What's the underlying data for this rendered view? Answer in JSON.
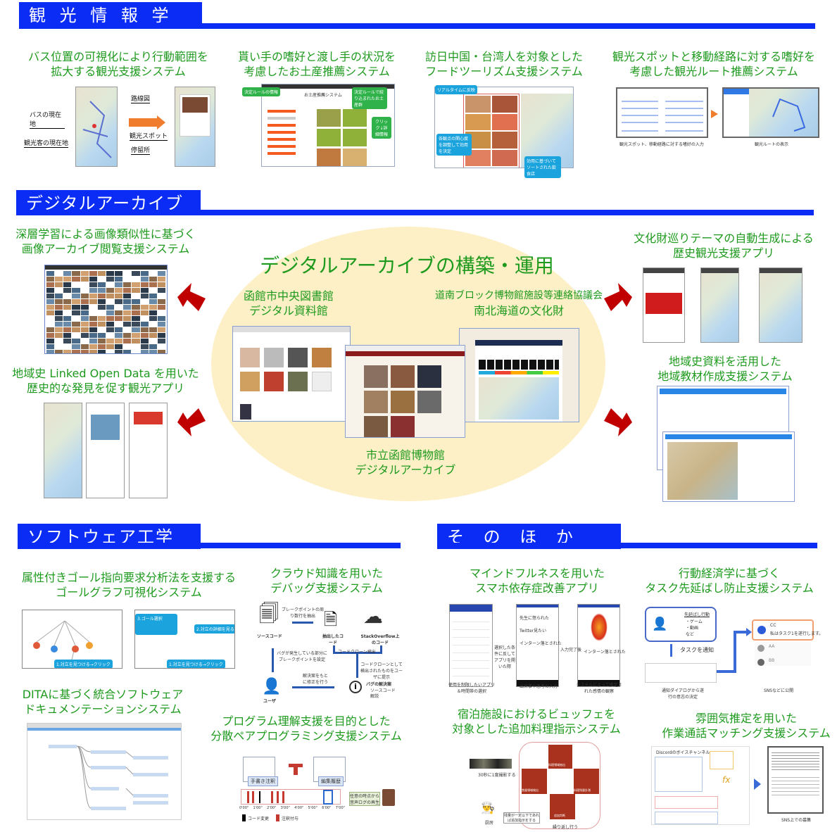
{
  "sections": {
    "tourism": "観 光 情 報 学",
    "archive": "デジタルアーカイブ",
    "software": "ソフトウェア工学",
    "other": "そ の ほ か"
  },
  "tourism": {
    "p1": {
      "l1": "バス位置の可視化により行動範囲を",
      "l2": "拡大する観光支援システム",
      "labels": [
        "路線図",
        "バスの現在地",
        "観光客の現在地",
        "観光スポット",
        "停留所"
      ]
    },
    "p2": {
      "l1": "貰い手の嗜好と渡し手の状況を",
      "l2": "考慮したお土産推薦システム",
      "labels": [
        "決定ルールの情報",
        "決定ルールで絞り込まれたお土産群",
        "クリック↓詳細情報",
        "お土産推薦システム"
      ]
    },
    "p3": {
      "l1": "訪日中国・台湾人を対象とした",
      "l2": "フードツーリズム支援システム",
      "labels": [
        "リアルタイムに反映",
        "各観点の関心度を調整して効用を決定",
        "効用に基づいてソートされた飲食店"
      ]
    },
    "p4": {
      "l1": "観光スポットと移動経路に対する嗜好を",
      "l2": "考慮した観光ルート推薦システム",
      "labels": [
        "観光スポット、移動経路に対する嗜好の入力",
        "観光ルートの表示"
      ]
    }
  },
  "archive": {
    "center_title": "デジタルアーカイブの構築・運用",
    "lib": {
      "l1": "函館市中央図書館",
      "l2": "デジタル資料館"
    },
    "donan": {
      "l1": "道南ブロック博物館施設等連絡協議会",
      "l2": "南北海道の文化財"
    },
    "museum": {
      "l1": "市立函館博物館",
      "l2": "デジタルアーカイブ"
    },
    "left1": {
      "l1": "深層学習による画像類似性に基づく",
      "l2": "画像アーカイブ閲覧支援システム"
    },
    "left2": {
      "l1": "地域史 Linked Open Data を用いた",
      "l2": "歴史的な発見を促す観光アプリ"
    },
    "right1": {
      "l1": "文化財巡りテーマの自動生成による",
      "l2": "歴史観光支援アプリ"
    },
    "right2": {
      "l1": "地域史資料を活用した",
      "l2": "地域教材作成支援システム"
    }
  },
  "software": {
    "goal": {
      "l1": "属性付きゴール指向要求分析法を支援する",
      "l2": "ゴールグラフ可視化システム",
      "labels": [
        "1.対立を見つける→クリック",
        "3.ゴール選択",
        "2.対立の詳細を見る"
      ]
    },
    "cloud": {
      "l1": "クラウド知識を用いた",
      "l2": "デバッグ支援システム",
      "labels": {
        "src": "ソースコード",
        "extract": "ブレークポイントの周り数行を抽出",
        "extracted": "抽出したコード",
        "so": "StackOverflow上のコード",
        "clone": "コードクローン検出",
        "present": "コードクローンとして検出されたものをユーザに提示",
        "bp": "バグが発生している部分にブレークポイントを設定",
        "fix": "解決案をもとに修正を行う",
        "user": "ユーザ",
        "sol": "バグの解決案",
        "sol1": "ソースコード",
        "sol2": "解説"
      }
    },
    "dita": {
      "l1": "DITAに基づく統合ソフトウェア",
      "l2": "ドキュメンテーションシステム"
    },
    "prog": {
      "l1": "プログラム理解支援を目的とした",
      "l2": "分散ペアプログラミング支援システム",
      "labels": {
        "note": "手書き注釈",
        "hist": "編集履歴",
        "play": "任意の時点から音声ログの再生",
        "code": "コード変更",
        "ann": "注釈付与"
      },
      "ticks": [
        "0'00\"",
        "1'00\"",
        "2'00\"",
        "3'00\"",
        "4'00\"",
        "5'00\"",
        "6'00\"",
        "7'00\""
      ]
    }
  },
  "other": {
    "mind": {
      "l1": "マインドフルネスを用いた",
      "l2": "スマホ依存症改善アプリ",
      "caps": [
        "使用を制限したいアプリ＆時間帯の選択",
        "出来事や思考の入力",
        "システムによって推定された感情の観察"
      ],
      "mid": [
        "選択した条件に反してアプリを開いた際",
        "入力完了後"
      ],
      "screen": [
        "先生に怒られた",
        "Twitter見たい",
        "インターン落とされた"
      ]
    },
    "task": {
      "l1": "行動経済学に基づく",
      "l2": "タスク先延ばし防止支援システム",
      "labels": {
        "proc": "先延ばし行動",
        "i1": "ゲーム",
        "i2": "動画",
        "etc": "など",
        "notify": "タスクを通知",
        "dialog": "通知ダイアログから遂行の意志の決定",
        "sns": "SNSなどに公開",
        "cc": "CC",
        "ccmsg": "私はタスク1を遂行します。",
        "aa": "AA",
        "bb": "BB"
      }
    },
    "buffet": {
      "l1": "宿泊施設におけるビュッフェを",
      "l2": "対象とした追加料理指示システム",
      "labels": {
        "shot": "30秒に1度撮影する",
        "a": "食器領域検出",
        "b": "料理領域抽出",
        "c": "料理残量計測",
        "d": "追加判断",
        "loop": "繰り返し行う",
        "chef": "厨房",
        "inst": "残量が一定以下であれば追加指示をする"
      }
    },
    "mood": {
      "l1": "雰囲気推定を用いた",
      "l2": "作業通話マッチング支援システム",
      "labels": {
        "sns": "SNS上での募集",
        "discord": "Discordのボイスチャンネル"
      }
    }
  },
  "colors": {
    "blue": "#0a2cf5",
    "green": "#1e9a1e",
    "ellipse": "#fdf0c6",
    "red": "#c00000",
    "orange": "#ef7d2d"
  }
}
